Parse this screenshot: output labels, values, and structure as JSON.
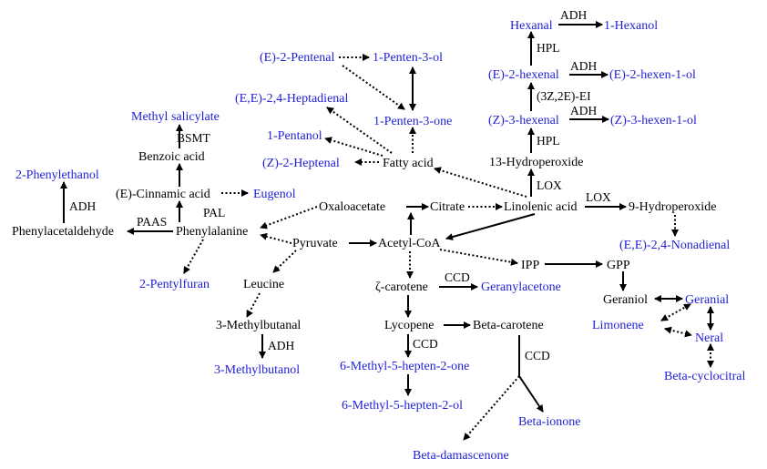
{
  "colors": {
    "compound": "#000000",
    "volatile": "#1f1fd6",
    "arrow": "#000000"
  },
  "nodes": [
    {
      "id": "hexanal",
      "label": "Hexanal",
      "kind": "volatile"
    },
    {
      "id": "hexanol",
      "label": "1-Hexanol",
      "kind": "volatile"
    },
    {
      "id": "e2hexenal",
      "label": "(E)-2-hexenal",
      "kind": "volatile"
    },
    {
      "id": "e2hexenol",
      "label": "(E)-2-hexen-1-ol",
      "kind": "volatile"
    },
    {
      "id": "z3hexenal",
      "label": "(Z)-3-hexenal",
      "kind": "volatile"
    },
    {
      "id": "z3hexenol",
      "label": "(Z)-3-hexen-1-ol",
      "kind": "volatile"
    },
    {
      "id": "hydro13",
      "label": "13-Hydroperoxide",
      "kind": "compound"
    },
    {
      "id": "e2pentenal",
      "label": "(E)-2-Pentenal",
      "kind": "volatile"
    },
    {
      "id": "penten3ol",
      "label": "1-Penten-3-ol",
      "kind": "volatile"
    },
    {
      "id": "heptadienal",
      "label": "(E,E)-2,4-Heptadienal",
      "kind": "volatile"
    },
    {
      "id": "penten3one",
      "label": "1-Penten-3-one",
      "kind": "volatile"
    },
    {
      "id": "pentanol",
      "label": "1-Pentanol",
      "kind": "volatile"
    },
    {
      "id": "z2heptenal",
      "label": "(Z)-2-Heptenal",
      "kind": "volatile"
    },
    {
      "id": "fattyacid",
      "label": "Fatty acid",
      "kind": "compound"
    },
    {
      "id": "methylsal",
      "label": "Methyl salicylate",
      "kind": "volatile"
    },
    {
      "id": "benzoic",
      "label": "Benzoic acid",
      "kind": "compound"
    },
    {
      "id": "phenylethanol",
      "label": "2-Phenylethanol",
      "kind": "volatile"
    },
    {
      "id": "cinnamic",
      "label": "(E)-Cinnamic acid",
      "kind": "compound"
    },
    {
      "id": "eugenol",
      "label": "Eugenol",
      "kind": "volatile"
    },
    {
      "id": "phenylacetaldehyde",
      "label": "Phenylacetaldehyde",
      "kind": "compound"
    },
    {
      "id": "phenylalanine",
      "label": "Phenylalanine",
      "kind": "compound"
    },
    {
      "id": "oxaloacetate",
      "label": "Oxaloacetate",
      "kind": "compound"
    },
    {
      "id": "citrate",
      "label": "Citrate",
      "kind": "compound"
    },
    {
      "id": "linolenic",
      "label": "Linolenic acid",
      "kind": "compound"
    },
    {
      "id": "hydro9",
      "label": "9-Hydroperoxide",
      "kind": "compound"
    },
    {
      "id": "pyruvate",
      "label": "Pyruvate",
      "kind": "compound"
    },
    {
      "id": "acetylcoa",
      "label": "Acetyl-CoA",
      "kind": "compound"
    },
    {
      "id": "nonadienal",
      "label": "(E,E)-2,4-Nonadienal",
      "kind": "volatile"
    },
    {
      "id": "ipp",
      "label": "IPP",
      "kind": "compound"
    },
    {
      "id": "gpp",
      "label": "GPP",
      "kind": "compound"
    },
    {
      "id": "pentylfuran",
      "label": "2-Pentylfuran",
      "kind": "volatile"
    },
    {
      "id": "leucine",
      "label": "Leucine",
      "kind": "compound"
    },
    {
      "id": "zcarotene",
      "label": "ζ-carotene",
      "kind": "compound"
    },
    {
      "id": "geranylacetone",
      "label": "Geranylacetone",
      "kind": "volatile"
    },
    {
      "id": "geraniol",
      "label": "Geraniol",
      "kind": "compound"
    },
    {
      "id": "geranial",
      "label": "Geranial",
      "kind": "volatile"
    },
    {
      "id": "methylbutanal",
      "label": "3-Methylbutanal",
      "kind": "compound"
    },
    {
      "id": "lycopene",
      "label": "Lycopene",
      "kind": "compound"
    },
    {
      "id": "betacarotene",
      "label": "Beta-carotene",
      "kind": "compound"
    },
    {
      "id": "limonene",
      "label": "Limonene",
      "kind": "volatile"
    },
    {
      "id": "neral",
      "label": "Neral",
      "kind": "volatile"
    },
    {
      "id": "methylbutanol",
      "label": "3-Methylbutanol",
      "kind": "volatile"
    },
    {
      "id": "methylheptenone",
      "label": "6-Methyl-5-hepten-2-one",
      "kind": "volatile"
    },
    {
      "id": "betacyclocitral",
      "label": "Beta-cyclocitral",
      "kind": "volatile"
    },
    {
      "id": "methylheptenol",
      "label": "6-Methyl-5-hepten-2-ol",
      "kind": "volatile"
    },
    {
      "id": "betaionone",
      "label": "Beta-ionone",
      "kind": "volatile"
    },
    {
      "id": "betadamascenone",
      "label": "Beta-damascenone",
      "kind": "volatile"
    }
  ],
  "enzymes": [
    {
      "id": "adh1",
      "label": "ADH"
    },
    {
      "id": "hpl1",
      "label": "HPL"
    },
    {
      "id": "adh2",
      "label": "ADH"
    },
    {
      "id": "isomerase",
      "label": "(3Z,2E)-EI"
    },
    {
      "id": "adh3",
      "label": "ADH"
    },
    {
      "id": "hpl2",
      "label": "HPL"
    },
    {
      "id": "lox1",
      "label": "LOX"
    },
    {
      "id": "lox2",
      "label": "LOX"
    },
    {
      "id": "bsmt",
      "label": "BSMT"
    },
    {
      "id": "adh4",
      "label": "ADH"
    },
    {
      "id": "pal",
      "label": "PAL"
    },
    {
      "id": "paas",
      "label": "PAAS"
    },
    {
      "id": "ccd1",
      "label": "CCD"
    },
    {
      "id": "adh5",
      "label": "ADH"
    },
    {
      "id": "ccd2",
      "label": "CCD"
    },
    {
      "id": "ccd3",
      "label": "CCD"
    }
  ]
}
